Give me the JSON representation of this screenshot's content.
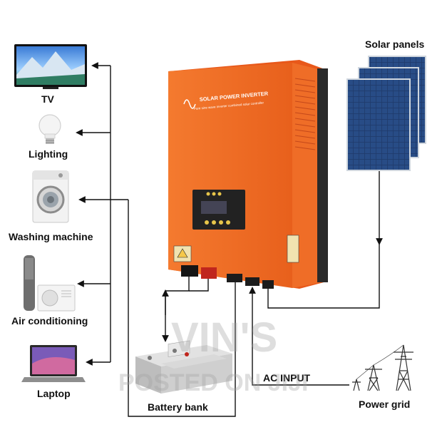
{
  "colors": {
    "inverter_body": "#f26b22",
    "inverter_edge": "#e0561a",
    "wire": "#111111",
    "panel_cell": "#1f3a6b",
    "battery": "#cfcfcf",
    "watermark": "#a0a0a0"
  },
  "appliances": [
    {
      "label": "TV",
      "icon": "tv-icon"
    },
    {
      "label": "Lighting",
      "icon": "light-bulb-icon"
    },
    {
      "label": "Washing machine",
      "icon": "washing-machine-icon"
    },
    {
      "label": "Air conditioning",
      "icon": "air-conditioner-icon"
    },
    {
      "label": "Laptop",
      "icon": "laptop-icon"
    }
  ],
  "inverter": {
    "title": "SOLAR POWER INVERTER",
    "subtitle": "Pure sine wave inverter combined solar controller"
  },
  "solar": {
    "label": "Solar panels",
    "icon": "solar-panel-icon"
  },
  "battery": {
    "label": "Battery bank",
    "icon": "battery-icon"
  },
  "grid": {
    "label": "Power grid",
    "ac_label": "AC INPUT",
    "icon": "power-tower-icon"
  },
  "watermark": {
    "brand": "VIN'S",
    "posted": "POSTED ON JIJI"
  }
}
